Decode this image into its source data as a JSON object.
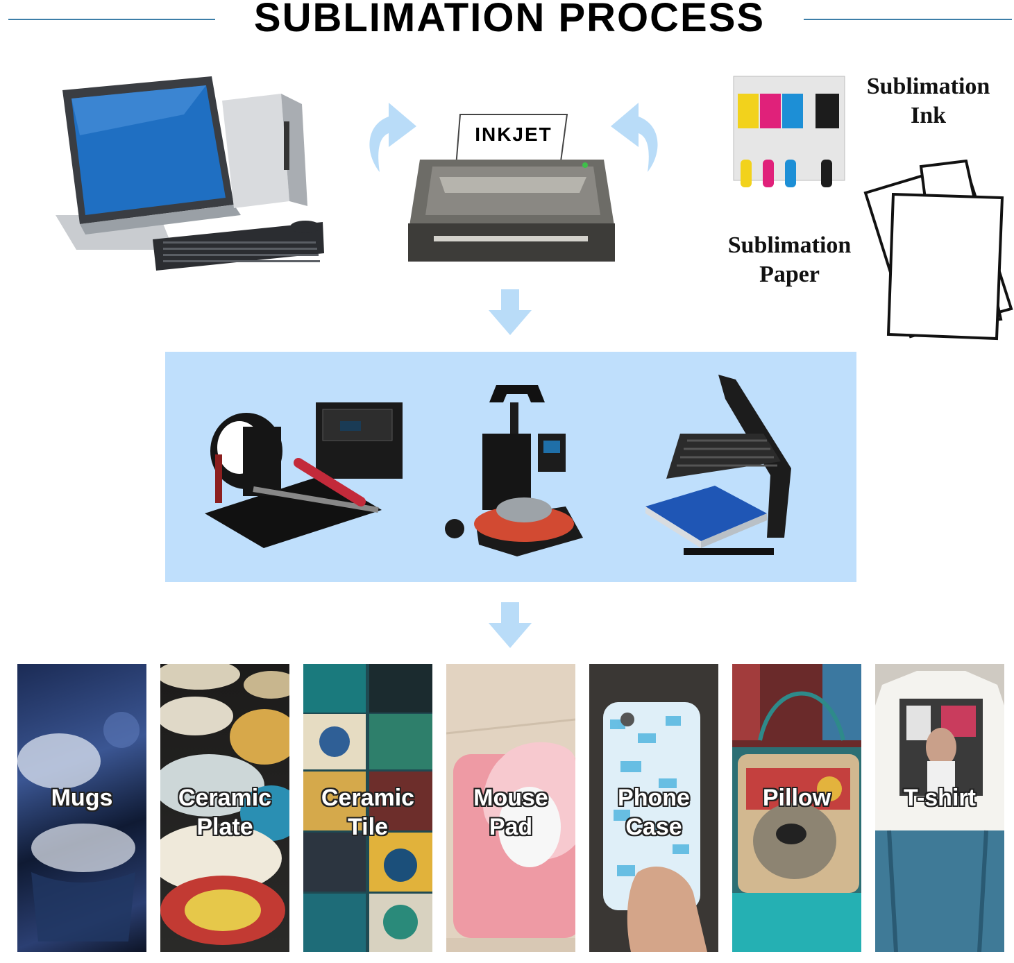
{
  "title": "SUBLIMATION PROCESS",
  "printer": {
    "paper_label": "INKJET"
  },
  "supplies": {
    "ink_label": [
      "Sublimation",
      "Ink"
    ],
    "paper_label": [
      "Sublimation",
      "Paper"
    ]
  },
  "colors": {
    "accent_line": "#3c7ea8",
    "arrow": "#b9dcf8",
    "panel": "#bfdffc"
  },
  "products": [
    {
      "lines": [
        "Mugs"
      ],
      "icon": "mugs-photo"
    },
    {
      "lines": [
        "Ceramic",
        "Plate"
      ],
      "icon": "ceramic-plate-photo"
    },
    {
      "lines": [
        "Ceramic",
        "Tile"
      ],
      "icon": "ceramic-tile-photo"
    },
    {
      "lines": [
        "Mouse",
        "Pad"
      ],
      "icon": "mouse-pad-photo"
    },
    {
      "lines": [
        "Phone",
        "Case"
      ],
      "icon": "phone-case-photo"
    },
    {
      "lines": [
        "Pillow"
      ],
      "icon": "pillow-photo"
    },
    {
      "lines": [
        "T-shirt"
      ],
      "icon": "t-shirt-photo"
    }
  ]
}
